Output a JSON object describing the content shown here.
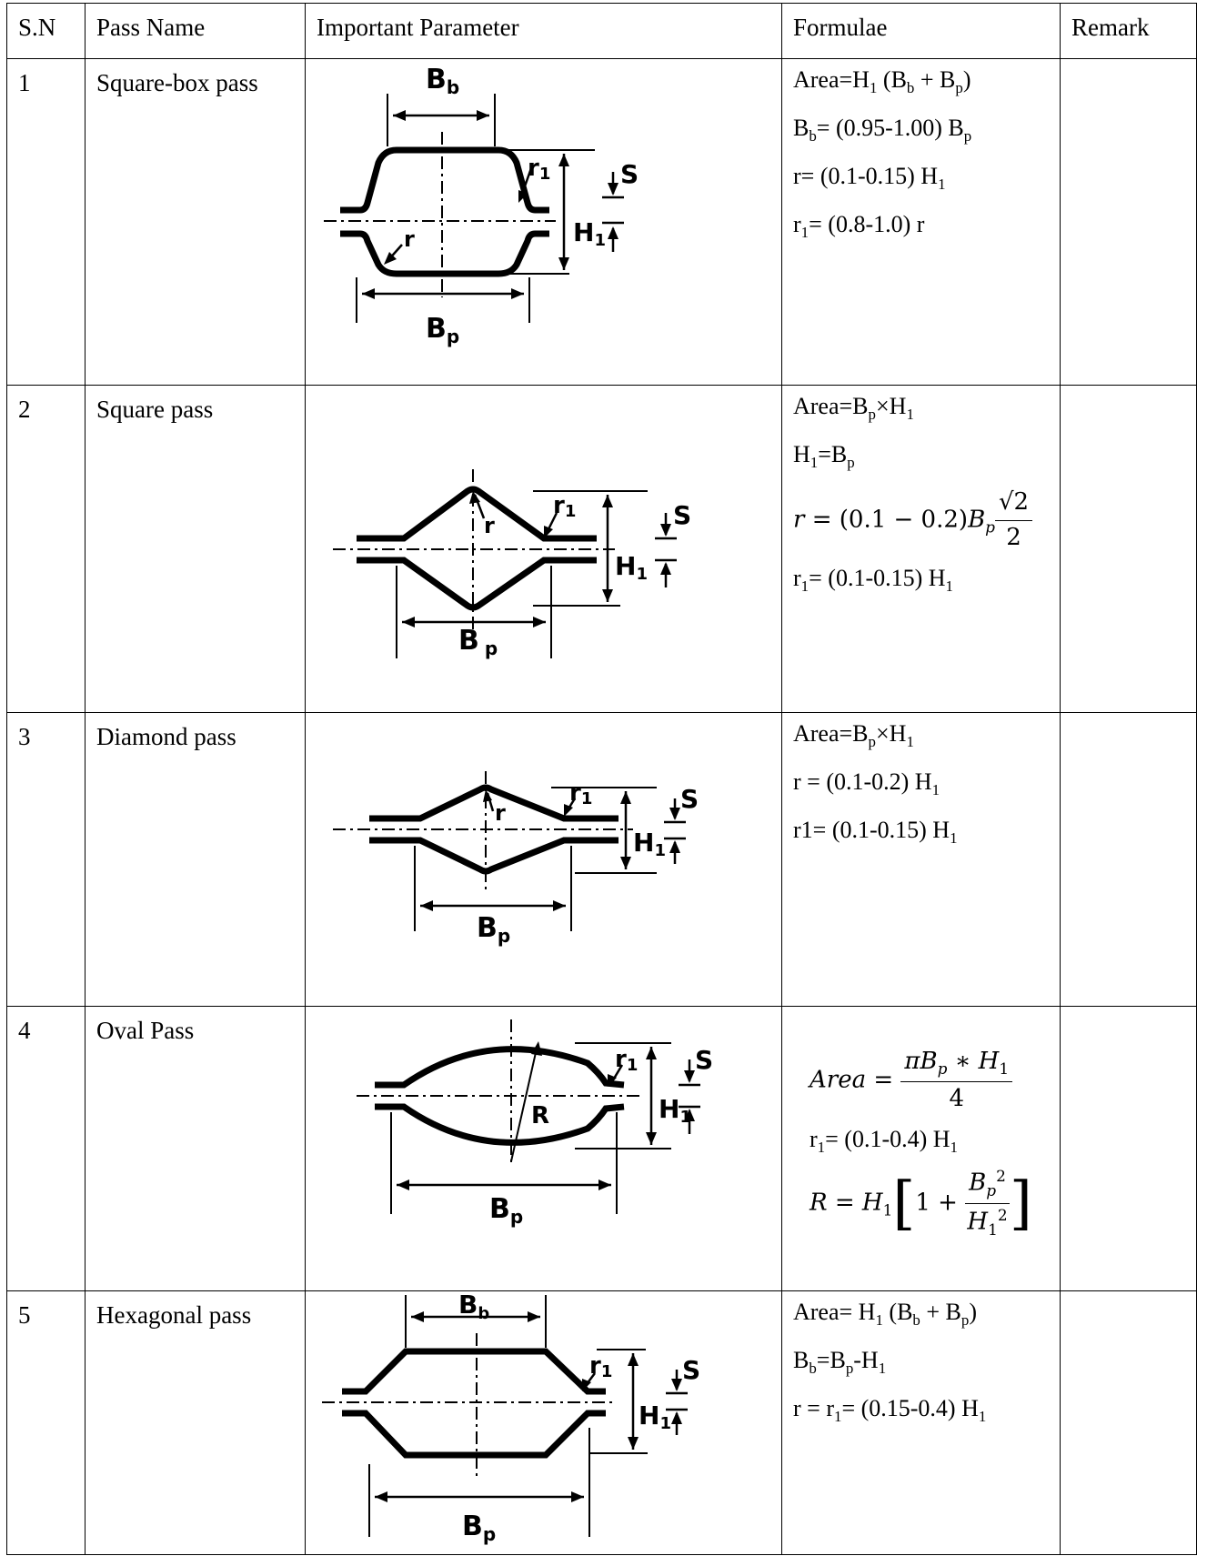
{
  "headers": {
    "sn": "S.N",
    "pass_name": "Pass Name",
    "important_parameter": "Important Parameter",
    "formulae": "Formulae",
    "remark": "Remark"
  },
  "rows": [
    {
      "sn": "1",
      "name": "Square-box pass",
      "labels": {
        "Bb": "B",
        "Bb_sub": "b",
        "Bp": "B",
        "Bp_sub": "p",
        "r": "r",
        "r1": "r",
        "r1_sub": "1",
        "S": "S",
        "H1": "H",
        "H1_sub": "1"
      },
      "formulae": [
        {
          "pre": "Area=H",
          "s1": "1",
          "mid": " (B",
          "s2": "b",
          "mid2": " + B",
          "s3": "p",
          "post": ")"
        },
        {
          "pre": "B",
          "s1": "b",
          "mid": "= (0.95-1.00) B",
          "s2": "p"
        },
        {
          "pre": "r= (0.1-0.15) H",
          "s1": "1"
        },
        {
          "pre": "r",
          "s1": "1",
          "mid": "= (0.8-1.0) r"
        }
      ],
      "remark": ""
    },
    {
      "sn": "2",
      "name": "Square pass",
      "labels": {
        "Bp": "B",
        "Bp_sub": "p",
        "r": "r",
        "r1": "r",
        "r1_sub": "1",
        "S": "S",
        "H1": "H",
        "H1_sub": "1"
      },
      "formulae": [
        {
          "pre": "Area=B",
          "s1": "p",
          "mid": "×H",
          "s2": "1"
        },
        {
          "pre": "H",
          "s1": "1",
          "mid": "=B",
          "s2": "p"
        },
        {
          "lhs": "r",
          "eq": " =  (0.1 − 0.2)",
          "B": "B",
          "Bsub": "p",
          "num": "√2",
          "den": "2"
        },
        {
          "pre": "r",
          "s1": "1",
          "mid": "= (0.1-0.15) H",
          "s2": "1"
        }
      ],
      "remark": ""
    },
    {
      "sn": "3",
      "name": "Diamond pass",
      "labels": {
        "Bp": "B",
        "Bp_sub": "p",
        "r": "r",
        "r1": "r",
        "r1_sub": "1",
        "S": "S",
        "H1": "H",
        "H1_sub": "1"
      },
      "formulae": [
        {
          "pre": "Area=B",
          "s1": "p",
          "mid": "×H",
          "s2": "1"
        },
        {
          "pre": "r = (0.1-0.2) H",
          "s1": "1"
        },
        {
          "pre": "r1= (0.1-0.15) H",
          "s1": "1"
        }
      ],
      "remark": ""
    },
    {
      "sn": "4",
      "name": "Oval Pass",
      "labels": {
        "Bp": "B",
        "Bp_sub": "p",
        "R": "R",
        "r1": "r",
        "r1_sub": "1",
        "S": "S",
        "H1": "H",
        "H1_sub": "1"
      },
      "formulae": [
        {
          "lhs": "Area",
          "eq": " = ",
          "num": "πB",
          "num_sub": "p",
          "num2": " ∗ H",
          "num_sub2": "1",
          "den": "4"
        },
        {
          "pre": "r",
          "s1": "1",
          "mid": "= (0.1-0.4) H",
          "s2": "1"
        },
        {
          "lhs": "R",
          "eq": " = H",
          "lsub": "1",
          "one": "1 + ",
          "num": "B",
          "num_sub": "p",
          "num_sup": "2",
          "den": "H",
          "den_sub": "1",
          "den_sup": "2"
        }
      ],
      "remark": ""
    },
    {
      "sn": "5",
      "name": "Hexagonal pass",
      "labels": {
        "Bb": "B",
        "Bb_sub": "b",
        "Bp": "B",
        "Bp_sub": "p",
        "r1": "r",
        "r1_sub": "1",
        "S": "S",
        "H1": "H",
        "H1_sub": "1"
      },
      "formulae": [
        {
          "pre": "Area= H",
          "s1": "1",
          "mid": " (B",
          "s2": "b",
          "mid2": " + B",
          "s3": "p",
          "post": ")"
        },
        {
          "pre": "B",
          "s1": "b",
          "mid": "=B",
          "s2": "p",
          "mid2": "-H",
          "s3": "1"
        },
        {
          "pre": "r = r",
          "s1": "1",
          "mid": "= (0.15-0.4) H",
          "s2": "1"
        }
      ],
      "remark": ""
    }
  ]
}
